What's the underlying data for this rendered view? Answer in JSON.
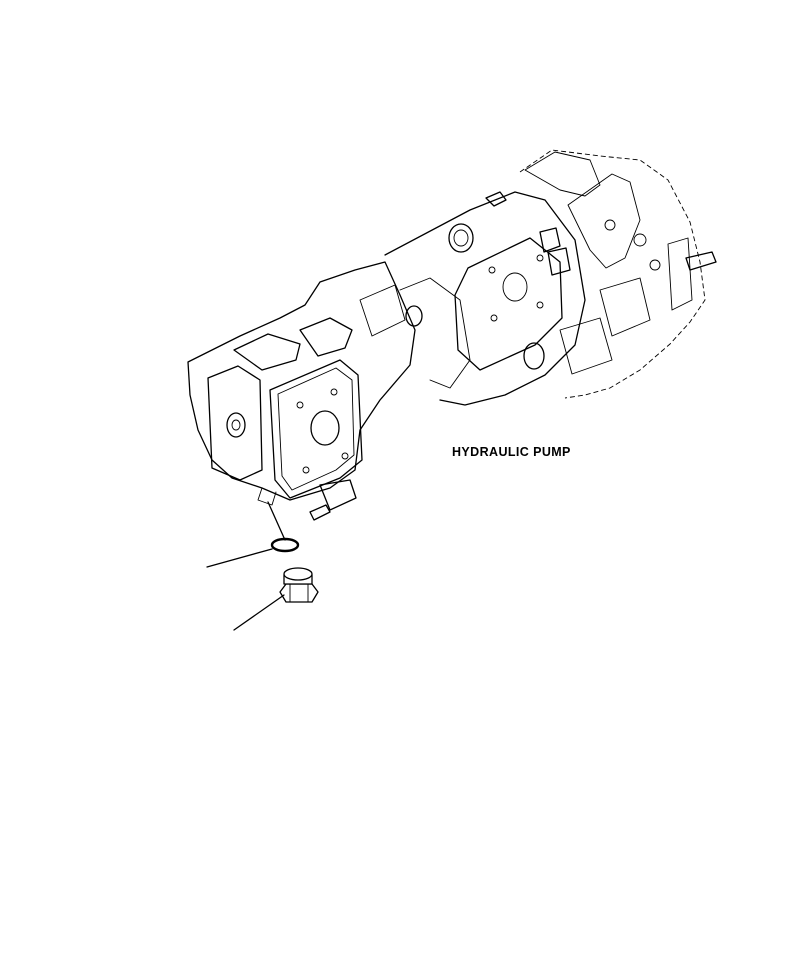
{
  "diagram": {
    "label_hydraulic_pump": "HYDRAULIC PUMP",
    "parts": [
      "hydraulic-pump",
      "o-ring",
      "plug"
    ],
    "line_color": "#000000",
    "background": "#ffffff"
  }
}
